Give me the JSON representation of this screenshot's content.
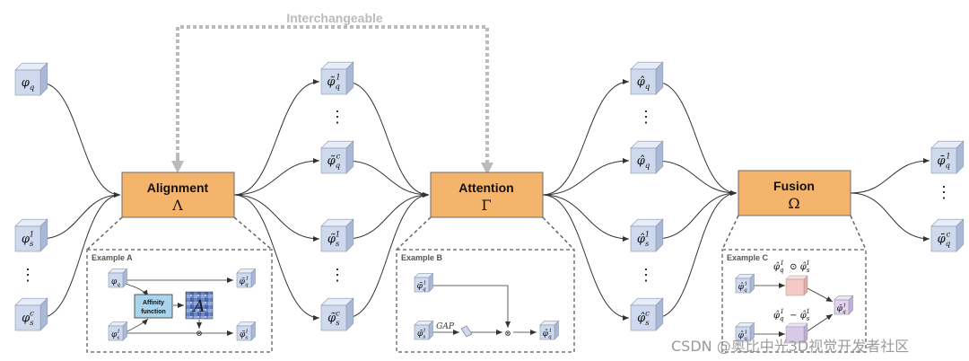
{
  "interchangeable_label": "Interchangeable",
  "stages": {
    "alignment": {
      "title": "Alignment",
      "symbol": "Λ"
    },
    "attention": {
      "title": "Attention",
      "symbol": "Γ"
    },
    "fusion": {
      "title": "Fusion",
      "symbol": "Ω"
    }
  },
  "inputs": {
    "query": {
      "base": "φ",
      "sub": "q"
    },
    "support_1": {
      "base": "φ",
      "sub": "s",
      "sup": "1"
    },
    "support_c": {
      "base": "φ",
      "sub": "s",
      "sup": "c"
    }
  },
  "aligned": {
    "q1": {
      "base": "φ̃",
      "sub": "q",
      "sup": "1"
    },
    "qc": {
      "base": "φ̃",
      "sub": "q",
      "sup": "c"
    },
    "s1": {
      "base": "φ̃",
      "sub": "s",
      "sup": "1"
    },
    "sc": {
      "base": "φ̃",
      "sub": "s",
      "sup": "c"
    }
  },
  "attended": {
    "q_a": {
      "base": "φ̂",
      "sub": "q"
    },
    "q_b": {
      "base": "φ̂",
      "sub": "q"
    },
    "s1": {
      "base": "φ̂",
      "sub": "s",
      "sup": "1"
    },
    "sc": {
      "base": "φ̂",
      "sub": "s",
      "sup": "c"
    }
  },
  "outputs": {
    "o1": {
      "base": "φ̄",
      "sub": "q",
      "sup": "1"
    },
    "oc": {
      "base": "φ̄",
      "sub": "q",
      "sup": "c"
    }
  },
  "ellipsis": "⋮",
  "example_a": {
    "label": "Example A",
    "in_q": {
      "base": "φ",
      "sub": "q"
    },
    "in_s": {
      "base": "φ",
      "sub": "s",
      "sup": "1"
    },
    "affinity_line1": "Affinity",
    "affinity_line2": "function",
    "matrix_symbol": "A",
    "out_q": {
      "base": "φ̃",
      "sub": "q",
      "sup": "1"
    },
    "out_s": {
      "base": "φ̃",
      "sub": "s",
      "sup": "1"
    },
    "op": "⊗"
  },
  "example_b": {
    "label": "Example B",
    "in_q": {
      "base": "φ̃",
      "sub": "q",
      "sup": "1"
    },
    "in_s": {
      "base": "φ̃",
      "sub": "s",
      "sup": "1"
    },
    "gap": "GAP",
    "op": "⊗",
    "out": {
      "base": "φ̂",
      "sub": "q",
      "sup": "1"
    }
  },
  "example_c": {
    "label": "Example C",
    "top_expr": {
      "a": "φ̂",
      "a_sub": "q",
      "a_sup": "1",
      "op": "⊙",
      "b": "φ̂",
      "b_sub": "s",
      "b_sup": "1"
    },
    "bottom_expr": {
      "a": "φ̂",
      "a_sub": "q",
      "a_sup": "1",
      "op": "−",
      "b": "φ̂",
      "b_sub": "s",
      "b_sup": "1"
    },
    "in_top": {
      "base": "φ̂",
      "sub": "q",
      "sup": "1"
    },
    "in_bottom": {
      "base": "φ̂",
      "sub": "q",
      "sup": "1"
    },
    "out": {
      "base": "φ̄",
      "sub": "q",
      "sup": "1"
    }
  },
  "watermark": "CSDN @奥比中光3D视觉开发者社区",
  "colors": {
    "stage_fill": "#f4b46c",
    "stage_stroke": "#6b6b6b",
    "cube_front": "#cfd9ee",
    "cube_top": "#e6ecf8",
    "cube_side": "#a9b8d6",
    "cube_pink": "#f6c9c6",
    "cube_lilac": "#d9c9e8",
    "dash": "#aaaaaa"
  }
}
